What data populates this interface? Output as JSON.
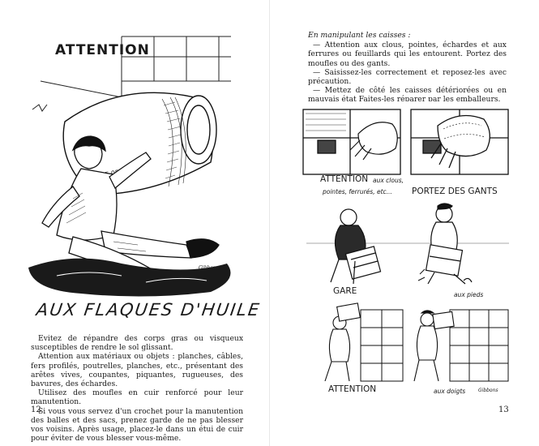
{
  "left_page": {
    "headline_top": "ATTENTION",
    "headline_bottom": "AUX FLAQUES D'HUILE",
    "drum_marking": "E 057",
    "signature": "Gibbons",
    "paragraphs": [
      "Evitez de répandre des corps gras ou visqueux susceptibles de rendre le sol glissant.",
      "Attention aux matériaux ou objets : planches, câbles, fers profilés, poutrelles, planches, etc., présentant des arêtes vives, coupantes, piquantes, rugueuses, des bavures, des échardes.",
      "Utilisez des moufles en cuir renforcé pour leur manutention.",
      "Si vous vous servez d'un crochet pour la manutention des balles et des sacs, prenez garde de ne pas blesser vos voisins. Après usage, placez-le dans un étui de cuir pour éviter de vous blesser vous-même."
    ],
    "page_number": "12"
  },
  "right_page": {
    "intro": "En manipulant les caisses :",
    "items": [
      "— Attention aux clous, pointes, échardes et aux ferrures ou feuillards qui les entourent. Portez des moufles ou des gants.",
      "— Saisissez-les correctement et reposez-les avec précaution.",
      "— Mettez de côté les caisses détériorées ou en mauvais état Faites-les réparer par les emballeurs."
    ],
    "panel1": {
      "label": "ATTENTION",
      "label_small": "aux clous,",
      "label_small2": "pointes, ferrurés, etc..."
    },
    "panel2": {
      "label": "PORTEZ DES GANTS"
    },
    "panel3": {
      "label": "GARE"
    },
    "panel4": {
      "label_small": "aux pieds"
    },
    "panel5": {
      "label": "ATTENTION"
    },
    "panel6": {
      "label_small": "aux doigts",
      "signature": "Gibbons"
    },
    "page_number": "13"
  }
}
